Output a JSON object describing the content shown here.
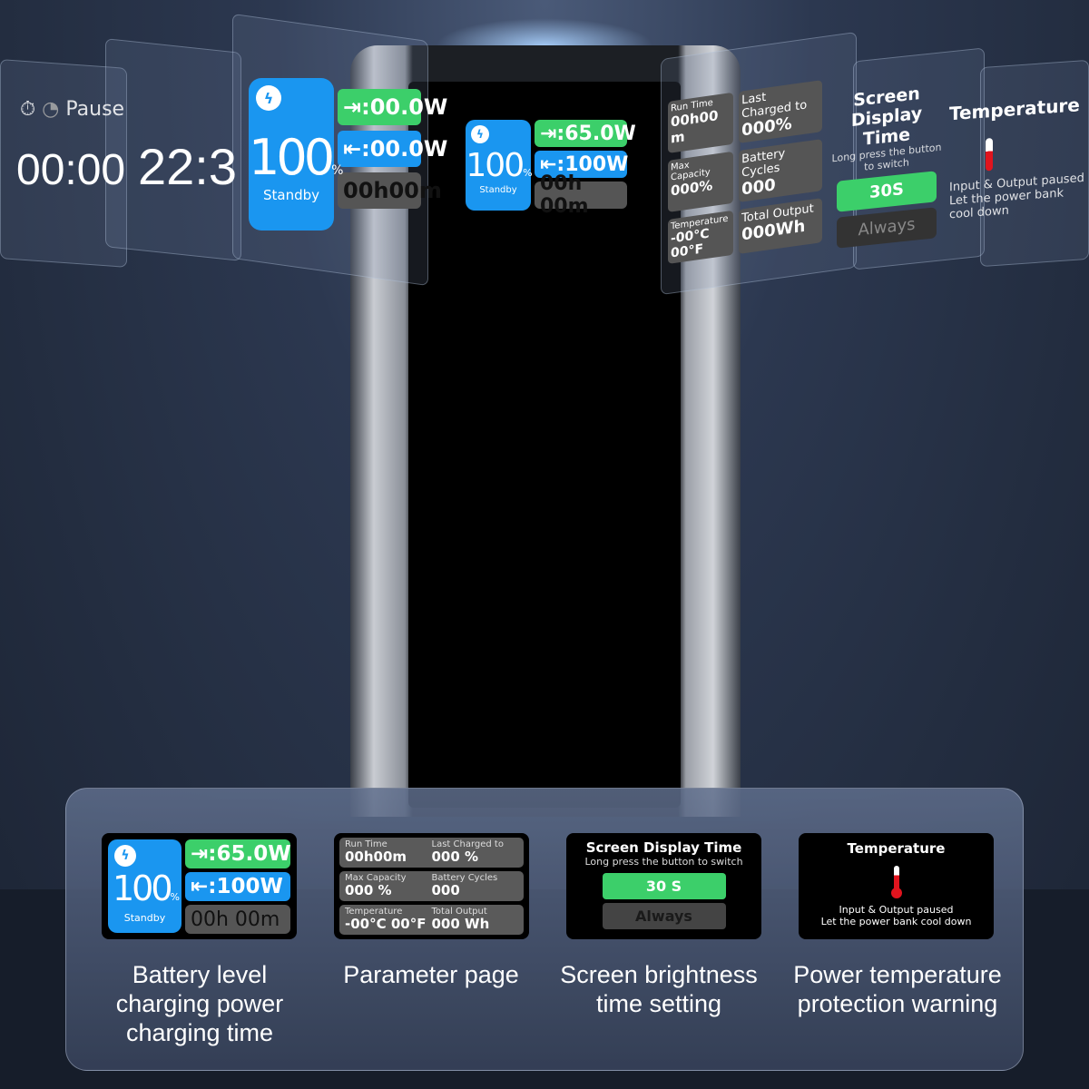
{
  "device_screen": {
    "battery_percent": "100",
    "percent_sign": "%",
    "status": "Standby",
    "input_power": "65.0W",
    "output_power": "100W",
    "time": "00h 00m"
  },
  "floating_left": {
    "pause_label": "Pause",
    "stopwatch": "00:00",
    "clock": "22:3",
    "battery_percent": "100",
    "percent_sign": "%",
    "status": "Standby",
    "input_power": "00.0W",
    "output_power": "00.0W",
    "time": "00h00m"
  },
  "floating_right": {
    "run_time_label": "Run Time",
    "run_time": "00h00m",
    "last_charged_label": "Last Charged to",
    "last_charged": "000%",
    "max_capacity_label": "Max Capacity",
    "max_capacity": "000%",
    "cycles_label": "Battery Cycles",
    "cycles": "000",
    "temperature_label": "Temperature",
    "temperature": "-00°C 00°F",
    "total_output_label": "Total Output",
    "total_output": "000Wh",
    "display_title": "Screen Display Time",
    "display_sub": "Long press the button to switch",
    "opt1": "30S",
    "opt2": "Always",
    "temp_title": "Temperature",
    "temp_line1": "Input & Output paused",
    "temp_line2": "Let the power bank cool down"
  },
  "cards": [
    {
      "battery_percent": "100",
      "percent_sign": "%",
      "status": "Standby",
      "input_power": "65.0W",
      "output_power": "100W",
      "time": "00h 00m",
      "caption": [
        "Battery level",
        "charging power",
        "charging time"
      ]
    },
    {
      "rows": [
        [
          "Run Time",
          "00h00m",
          "Last Charged to",
          "000 %"
        ],
        [
          "Max Capacity",
          "000 %",
          "Battery Cycles",
          "000"
        ],
        [
          "Temperature",
          "-00°C  00°F",
          "Total Output",
          "000 Wh"
        ]
      ],
      "caption": [
        "Parameter page"
      ]
    },
    {
      "title": "Screen Display Time",
      "subtitle": "Long press the button to switch",
      "option_selected": "30 S",
      "option_other": "Always",
      "caption": [
        "Screen brightness",
        "time setting"
      ]
    },
    {
      "title": "Temperature",
      "line1": "Input & Output paused",
      "line2": "Let the power bank cool down",
      "caption": [
        "Power temperature",
        "protection warning"
      ]
    }
  ],
  "colors": {
    "green": "#3ccf6a",
    "blue": "#1a96f0",
    "red": "#e0141e"
  }
}
